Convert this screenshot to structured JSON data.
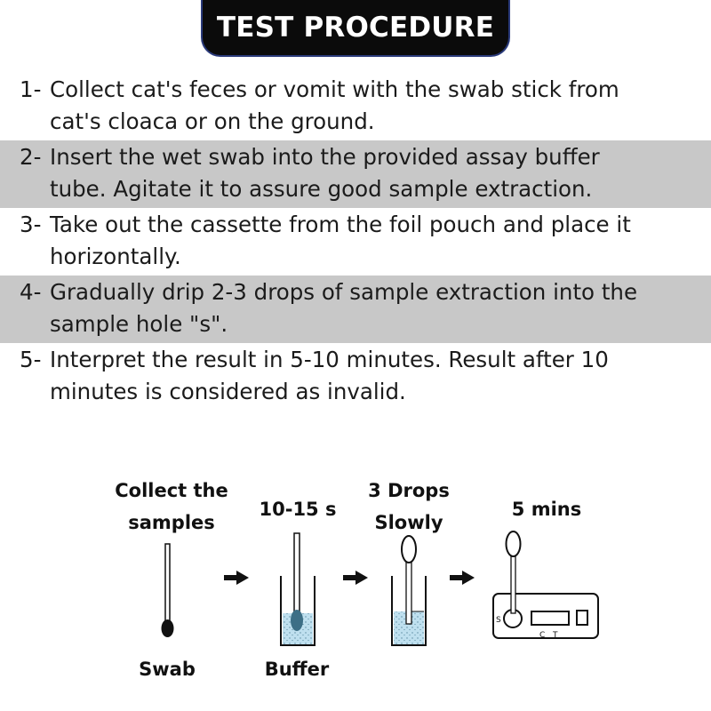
{
  "header": {
    "title": "TEST PROCEDURE"
  },
  "steps": [
    {
      "number": "1-",
      "lines": [
        "Collect cat's feces or vomit with the swab stick from",
        "cat's cloaca or on the ground."
      ],
      "shaded": false
    },
    {
      "number": "2-",
      "lines": [
        "Insert the wet swab into the provided assay buffer",
        "tube. Agitate it to assure good sample extraction."
      ],
      "shaded": true
    },
    {
      "number": "3-",
      "lines": [
        "Take out the cassette from the foil pouch and place it",
        "horizontally."
      ],
      "shaded": false
    },
    {
      "number": "4-",
      "lines": [
        "Gradually drip 2-3 drops of sample extraction into the",
        "sample hole \"s\"."
      ],
      "shaded": true
    },
    {
      "number": "5-",
      "lines": [
        "Interpret the result in 5-10 minutes. Result after 10",
        "minutes is considered as invalid."
      ],
      "shaded": false
    }
  ],
  "diagram": {
    "stage1": {
      "top_label_line1": "Collect the",
      "top_label_line2": "samples",
      "bottom_label": "Swab"
    },
    "stage2": {
      "top_label": "10-15 s",
      "bottom_label": "Buffer"
    },
    "stage3": {
      "top_label_line1": "3 Drops",
      "top_label_line2": "Slowly"
    },
    "stage4": {
      "top_label": "5 mins"
    },
    "cassette": {
      "sample_mark": "S",
      "control_mark": "C",
      "test_mark": "T"
    },
    "colors": {
      "liquid": "#bfe0ef",
      "swab_tip": "#111111",
      "header_bg": "#0b0b0b",
      "shade": "#c8c8c8"
    }
  }
}
